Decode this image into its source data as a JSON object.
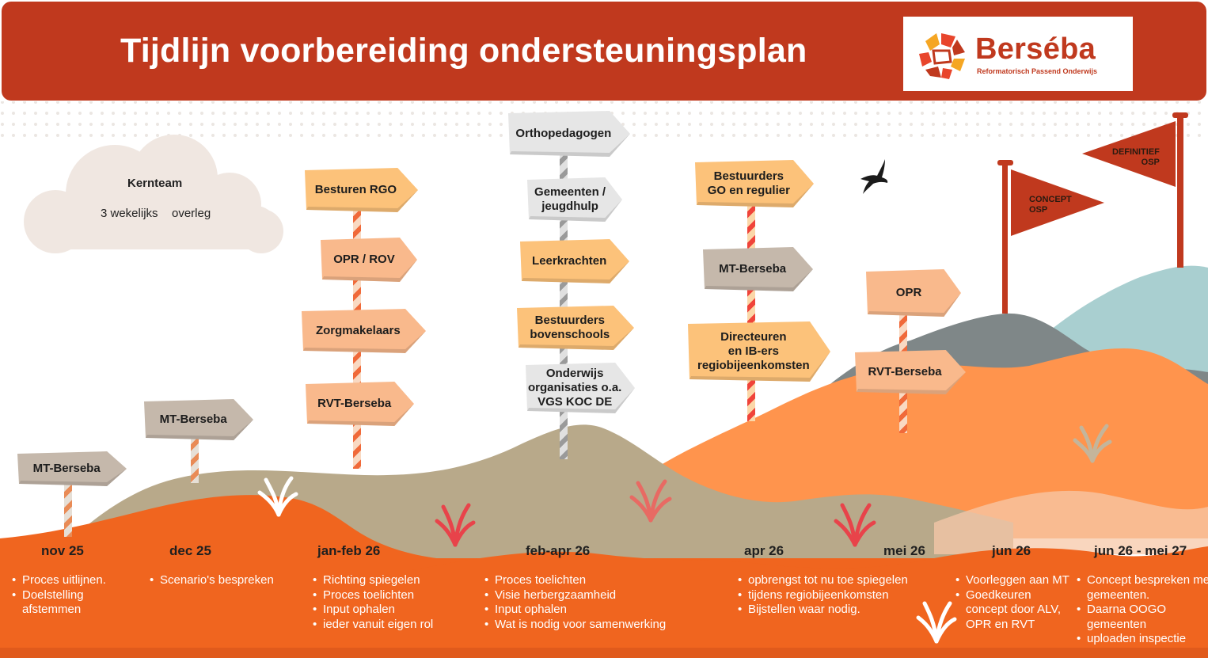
{
  "header": {
    "title": "Tijdlijn voorbereiding ondersteuningsplan",
    "logo_name": "Berséba",
    "logo_subtitle": "Reformatorisch Passend Onderwijs"
  },
  "cloud": {
    "title": "Kernteam",
    "line1": "3 wekelijks",
    "line2": "overleg"
  },
  "signposts": {
    "nov": [
      "MT-Berseba"
    ],
    "dec": [
      "MT-Berseba"
    ],
    "janfeb": [
      "Besturen RGO",
      "OPR    / ROV",
      "Zorgmakelaars",
      "RVT-Berseba"
    ],
    "febapr": [
      "Orthopedagogen",
      "Gemeenten /\njeugdhulp",
      "Leerkrachten",
      "Bestuurders\nbovenschools",
      "Onderwijs\norganisaties o.a.\nVGS KOC DE"
    ],
    "apr": [
      "Bestuurders\nGO en regulier",
      "MT-Berseba",
      "Directeuren\nen IB-ers\nregiobijeenkomsten"
    ],
    "mei": [
      "OPR",
      "RVT-Berseba"
    ]
  },
  "flags": {
    "concept": "CONCEPT\nOSP",
    "definitief": "DEFINITIEF\nOSP"
  },
  "timeline": [
    {
      "date": "nov 25",
      "bullets": [
        "Proces uitlijnen.",
        "Doelstelling afstemmen"
      ]
    },
    {
      "date": "dec 25",
      "bullets": [
        "Scenario's bespreken"
      ]
    },
    {
      "date": "jan-feb 26",
      "bullets": [
        "Richting spiegelen",
        "Proces toelichten",
        "Input ophalen",
        "ieder vanuit eigen rol"
      ]
    },
    {
      "date": "feb-apr 26",
      "bullets": [
        "Proces toelichten",
        "Visie herbergzaamheid",
        "Input ophalen",
        "Wat is nodig voor samenwerking"
      ]
    },
    {
      "date": "apr 26",
      "bullets": [
        "opbrengst tot nu toe spiegelen",
        "tijdens regiobijeenkomsten",
        "Bijstellen waar nodig."
      ]
    },
    {
      "date": "mei 26",
      "bullets": []
    },
    {
      "date": "jun 26",
      "bullets": [
        "Voorleggen aan MT",
        "Goedkeuren concept door ALV, OPR en RVT"
      ]
    },
    {
      "date": "jun 26 - mei 27",
      "bullets": [
        "Concept bespreken met gemeenten.",
        "Daarna OOGO gemeenten",
        "uploaden inspectie"
      ]
    }
  ],
  "colors": {
    "header_red": "#c0391e",
    "orange": "#f0651f",
    "light_orange": "#ff944d",
    "khaki": "#b8a98a",
    "slate": "#7f8788",
    "mint": "#a9cfd0",
    "coral": "#e8434a",
    "sign_orange": "#f9a76b",
    "sign_peach": "#f9b98c",
    "sign_yellow": "#fcc27a",
    "sign_grey": "#e6e6e6",
    "sign_taupe": "#c5b8ab"
  },
  "icons": [
    "berseba-logo-icon",
    "cloud-icon",
    "bird-icon",
    "seaweed-icon",
    "flag-icon"
  ]
}
